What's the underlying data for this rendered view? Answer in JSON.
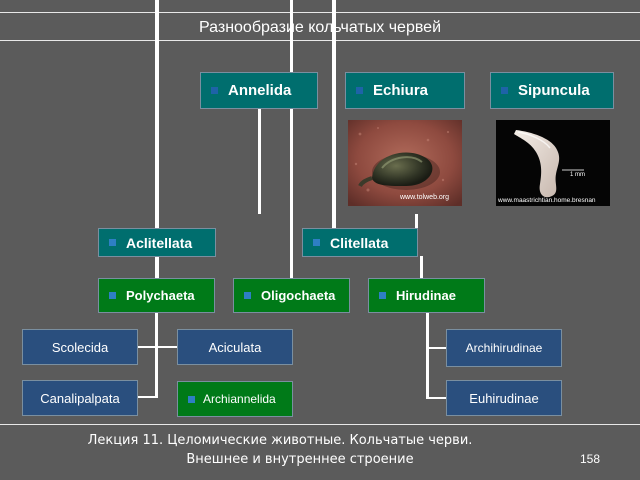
{
  "title": "Разнообразие кольчатых червей",
  "top_groups": [
    {
      "label": "Annelida"
    },
    {
      "label": "Echiura"
    },
    {
      "label": "Sipuncula"
    }
  ],
  "photos": [
    {
      "credit": "www.tolweb.org"
    },
    {
      "credit": "www.maastrichtian.home.bresnan",
      "scale": "1 mm"
    }
  ],
  "mid_groups": [
    {
      "label": "Aclitellata"
    },
    {
      "label": "Clitellata"
    }
  ],
  "classes": [
    {
      "label": "Polychaeta"
    },
    {
      "label": "Oligochaeta"
    },
    {
      "label": "Hirudinae"
    }
  ],
  "subgroups": {
    "scolecida": "Scolecida",
    "aciculata": "Aciculata",
    "canalipalpata": "Canalipalpata",
    "archiannelida": "Archiannelida",
    "archihirudinae": "Archihirudinae",
    "euhirudinae": "Euhirudinae"
  },
  "footer": {
    "line1": "Лекция 11. Целомические животные. Кольчатые черви.",
    "line2": "Внешнее и внутреннее строение"
  },
  "page_number": "158",
  "colors": {
    "background": "#5b5b5b",
    "teal": "#006e6e",
    "green": "#007a18",
    "blue_box": "#2a4f7e",
    "bullet": "#2e7fc4"
  }
}
